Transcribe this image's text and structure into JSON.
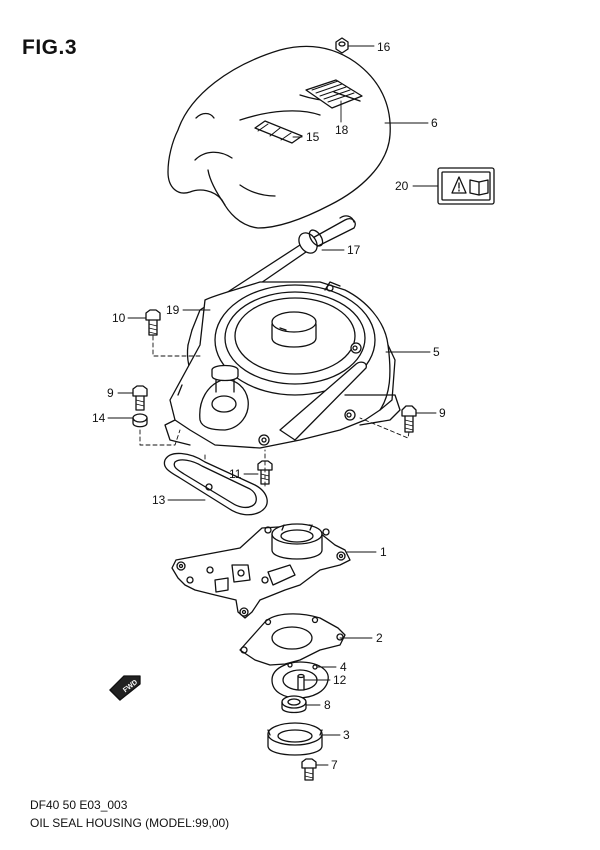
{
  "figure": {
    "title": "FIG.3"
  },
  "footer": {
    "code": "DF40 50 E03_003",
    "caption": "OIL SEAL HOUSING (MODEL:99,00)"
  },
  "fwd_marker": "FWD",
  "callouts": [
    {
      "key": "c16",
      "number": "16"
    },
    {
      "key": "c6",
      "number": "6"
    },
    {
      "key": "c18",
      "number": "18"
    },
    {
      "key": "c15",
      "number": "15"
    },
    {
      "key": "c20",
      "number": "20"
    },
    {
      "key": "c17",
      "number": "17"
    },
    {
      "key": "c19",
      "number": "19"
    },
    {
      "key": "c10",
      "number": "10"
    },
    {
      "key": "c5",
      "number": "5"
    },
    {
      "key": "c9a",
      "number": "9"
    },
    {
      "key": "c9b",
      "number": "9"
    },
    {
      "key": "c14",
      "number": "14"
    },
    {
      "key": "c11",
      "number": "11"
    },
    {
      "key": "c13",
      "number": "13"
    },
    {
      "key": "c1",
      "number": "1"
    },
    {
      "key": "c2",
      "number": "2"
    },
    {
      "key": "c4",
      "number": "4"
    },
    {
      "key": "c12",
      "number": "12"
    },
    {
      "key": "c8",
      "number": "8"
    },
    {
      "key": "c3",
      "number": "3"
    },
    {
      "key": "c7",
      "number": "7"
    }
  ]
}
